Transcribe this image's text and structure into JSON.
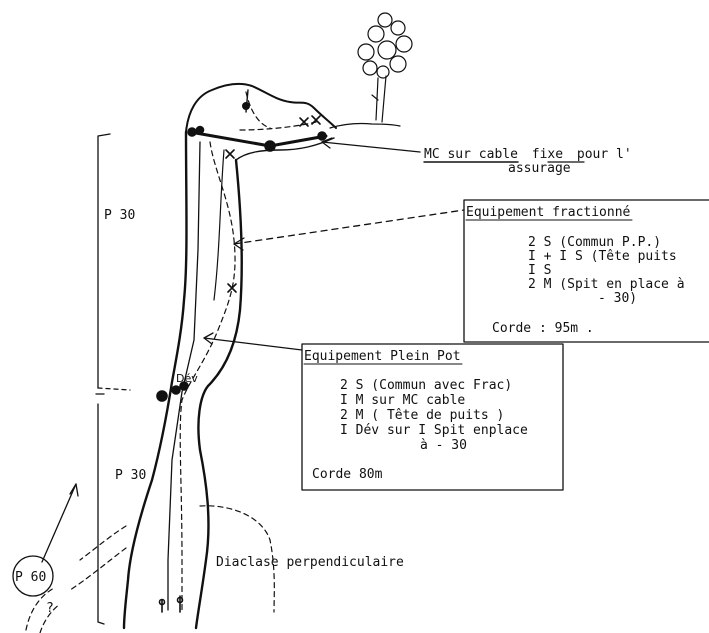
{
  "labels": {
    "p30_top": "P 30",
    "p30_bottom": "P 30",
    "p60": "P 60",
    "question": "?",
    "dev_mark": "Dév",
    "diaclase": "Diaclase perpendiculaire"
  },
  "mc_note": {
    "line1_a": "MC sur cable",
    "line1_b": "fixe",
    "line1_c": "pour l'",
    "line2": "assurage"
  },
  "box_fractionne": {
    "title": "Equipement fractionné",
    "lines": [
      "2 S  (Commun P.P.)",
      "I  +  I S (Tête puits",
      "I S",
      "2 M (Spit en place à",
      "- 30)"
    ],
    "corde": "Corde : 95m ."
  },
  "box_plein_pot": {
    "title": "Equipement Plein Pot",
    "lines": [
      "2 S (Commun avec Frac)",
      "I M sur MC cable",
      "2 M ( Tête de puits )",
      "I Dév sur I Spit enplace",
      "à - 30"
    ],
    "corde": "Corde 80m"
  },
  "colors": {
    "ink": "#111111",
    "paper": "#ffffff"
  }
}
